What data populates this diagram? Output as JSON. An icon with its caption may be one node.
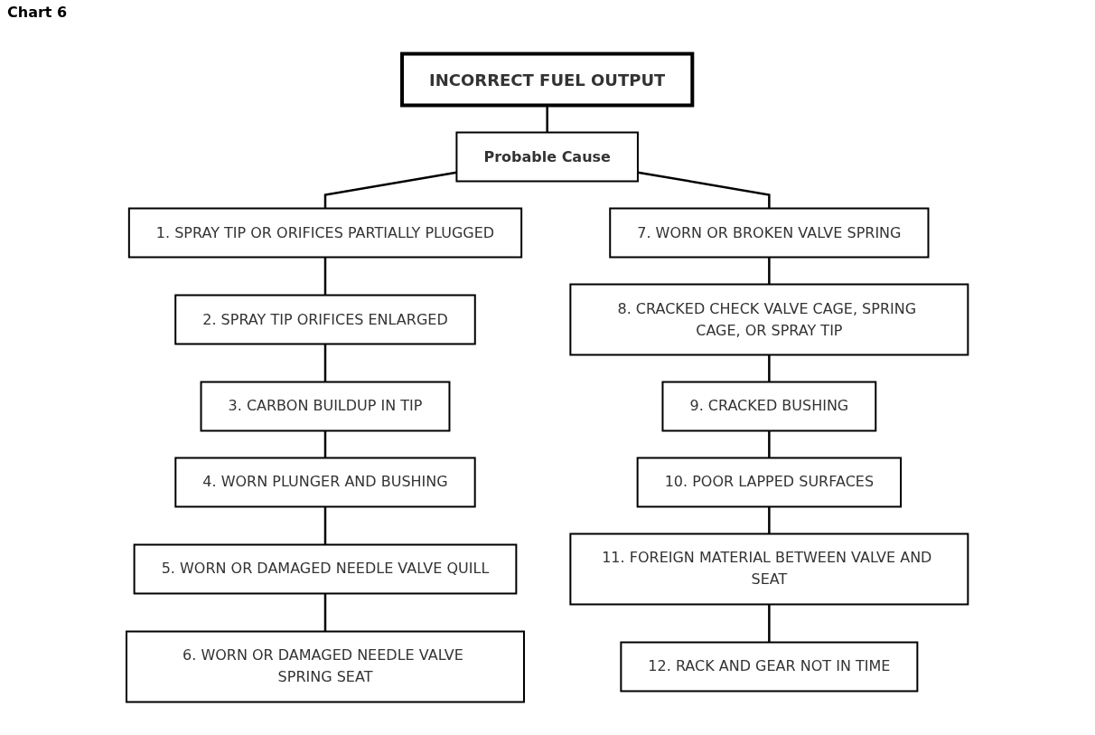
{
  "diagram": {
    "title": "Chart 6",
    "nodes": [
      {
        "text": [
          "INCORRECT FUEL OUTPUT"
        ]
      },
      {
        "text": [
          "Probable Cause"
        ]
      },
      {
        "text": [
          "1. SPRAY TIP OR ORIFICES PARTIALLY PLUGGED"
        ]
      },
      {
        "text": [
          "2. SPRAY TIP ORIFICES ENLARGED"
        ]
      },
      {
        "text": [
          "3. CARBON BUILDUP IN TIP"
        ]
      },
      {
        "text": [
          "4. WORN PLUNGER AND BUSHING"
        ]
      },
      {
        "text": [
          "5. WORN OR DAMAGED NEEDLE VALVE QUILL"
        ]
      },
      {
        "text": [
          "6. WORN OR DAMAGED NEEDLE VALVE SPRING SEAT"
        ]
      },
      {
        "text": [
          "7. WORN OR BROKEN VALVE SPRING"
        ]
      },
      {
        "text": [
          "8. CRACKED CHECK VALVE CAGE, SPRING CAGE, OR SPRAY TIP"
        ]
      },
      {
        "text": [
          "9. CRACKED BUSHING"
        ]
      },
      {
        "text": [
          "10. POOR LAPPED SURFACES"
        ]
      },
      {
        "text": [
          "11. FOREIGN MATERIAL BETWEEN VALVE AND SEAT"
        ]
      },
      {
        "text": [
          "12. RACK AND GEAR NOT IN TIME"
        ]
      }
    ],
    "edges": [
      {
        "from": 0,
        "to": 1,
        "arrow": "none"
      },
      {
        "from": 1,
        "to": 2,
        "arrow": "none"
      },
      {
        "from": 1,
        "to": 8,
        "arrow": "none"
      },
      {
        "from": 2,
        "to": 3,
        "arrow": "none"
      },
      {
        "from": 3,
        "to": 4,
        "arrow": "none"
      },
      {
        "from": 4,
        "to": 5,
        "arrow": "none"
      },
      {
        "from": 5,
        "to": 6,
        "arrow": "none"
      },
      {
        "from": 6,
        "to": 7,
        "arrow": "none"
      },
      {
        "from": 8,
        "to": 9,
        "arrow": "none"
      },
      {
        "from": 9,
        "to": 10,
        "arrow": "none"
      },
      {
        "from": 10,
        "to": 11,
        "arrow": "none"
      },
      {
        "from": 11,
        "to": 12,
        "arrow": "none"
      },
      {
        "from": 12,
        "to": 13,
        "arrow": "none"
      }
    ]
  }
}
